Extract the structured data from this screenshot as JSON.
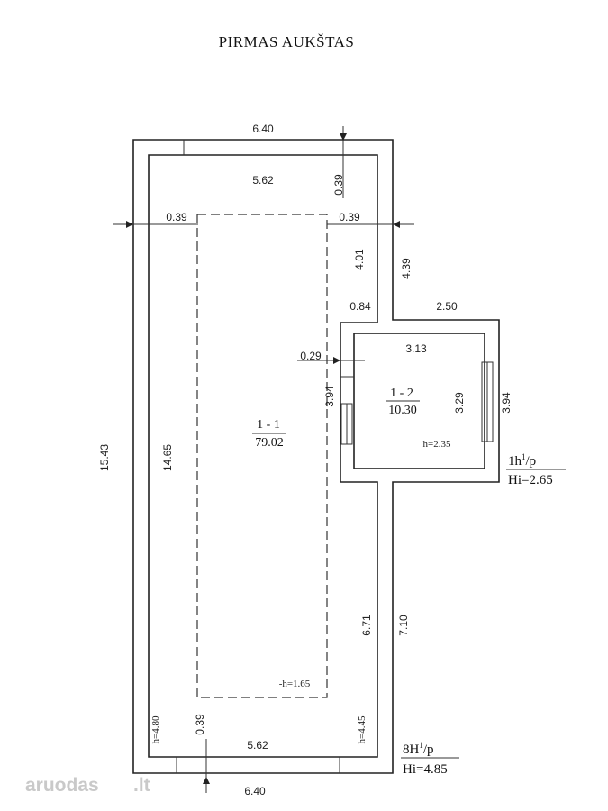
{
  "title": "PIRMAS AUKŠTAS",
  "dimensions": {
    "outer_top_width": "6.40",
    "inner_top_width": "5.62",
    "top_wall_thickness": "0.39",
    "left_wall_thickness": "0.39",
    "right_wall_thickness": "0.39",
    "right_upper_inner": "4.01",
    "right_upper_outer": "4.39",
    "step_width": "0.84",
    "annex_outer_width": "2.50",
    "annex_inner_width": "3.13",
    "partition_thickness": "0.29",
    "annex_left_height": "3.94",
    "annex_inner_height": "3.29",
    "annex_outer_height": "3.94",
    "outer_left_height": "15.43",
    "inner_left_height": "14.65",
    "right_lower_inner": "6.71",
    "right_lower_outer": "7.10",
    "bottom_wall_thickness": "0.39",
    "inner_bottom_width": "5.62",
    "outer_bottom_width": "6.40"
  },
  "rooms": [
    {
      "id": "1 - 1",
      "area": "79.02",
      "height_note": "-h=1.65"
    },
    {
      "id": "1 - 2",
      "area": "10.30",
      "height_note": "h=2.35"
    }
  ],
  "heights": {
    "bottom_left": "h=4.80",
    "bottom_right": "h=4.45"
  },
  "levels": [
    {
      "code": "1h",
      "sup": "1",
      "suffix": "/p",
      "value": "Hi=2.65"
    },
    {
      "code": "8H",
      "sup": "1",
      "suffix": "/p",
      "value": "Hi=4.85"
    }
  ],
  "watermark": {
    "brand": "aruodas",
    "tld": ".lt"
  }
}
